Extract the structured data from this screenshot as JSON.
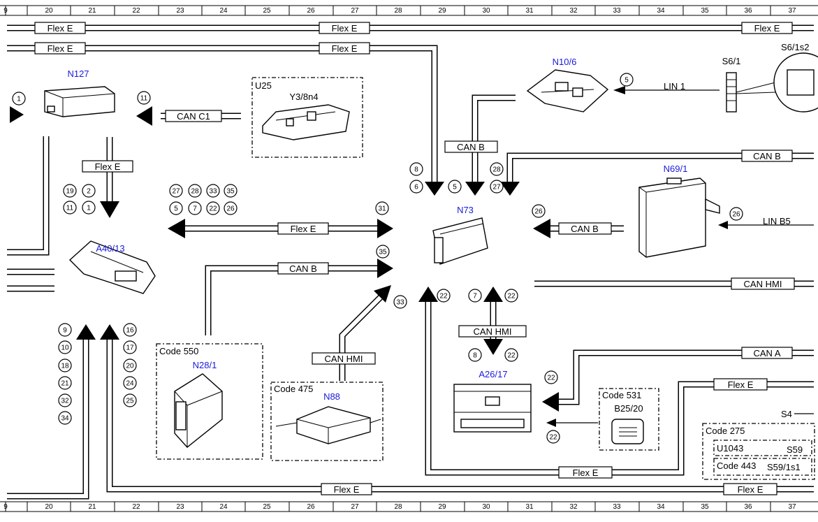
{
  "ruler": {
    "columns": [
      "9",
      "20",
      "21",
      "22",
      "23",
      "24",
      "25",
      "26",
      "27",
      "28",
      "29",
      "30",
      "31",
      "32",
      "33",
      "34",
      "35",
      "36",
      "37"
    ]
  },
  "components": {
    "n127": "N127",
    "a40_13": "A40/13",
    "u25": "U25",
    "y3_8n4": "Y3/8n4",
    "n10_6": "N10/6",
    "s6_1": "S6/1",
    "s6_1s2": "S6/1s2",
    "n73": "N73",
    "n69_1": "N69/1",
    "n28_1": "N28/1",
    "n88": "N88",
    "a26_17": "A26/17",
    "b25_20": "B25/20",
    "s4": "S4",
    "u1043": "U1043",
    "s59": "S59",
    "s59_1s1": "S59/1s1"
  },
  "codes": {
    "code550": "Code 550",
    "code475": "Code 475",
    "code531": "Code 531",
    "code275": "Code 275",
    "code443": "Code 443"
  },
  "buses": {
    "flex_e": "Flex E",
    "can_c1": "CAN C1",
    "can_b": "CAN B",
    "can_hmi": "CAN HMI",
    "can_a": "CAN A",
    "lin_1": "LIN 1",
    "lin_b5": "LIN B5"
  },
  "connector_numbers": {
    "c1": "1",
    "c11": "11",
    "c5": "5",
    "c19": "19",
    "c2": "2",
    "c11b": "11",
    "c1b": "1",
    "c27": "27",
    "c28": "28",
    "c33": "33",
    "c35": "35",
    "c5b": "5",
    "c7": "7",
    "c22": "22",
    "c26": "26",
    "c31": "31",
    "c35b": "35",
    "c33b": "33",
    "c8": "8",
    "c6": "6",
    "c5c": "5",
    "c28b": "28",
    "c27b": "27",
    "c26b": "26",
    "c26c": "26",
    "c22b": "22",
    "c7b": "7",
    "c22c": "22",
    "c8b": "8",
    "c22d": "22",
    "c22e": "22",
    "c22f": "22",
    "c9": "9",
    "c10": "10",
    "c18": "18",
    "c21": "21",
    "c32": "32",
    "c34": "34",
    "c16": "16",
    "c17": "17",
    "c20": "20",
    "c24": "24",
    "c25": "25"
  }
}
